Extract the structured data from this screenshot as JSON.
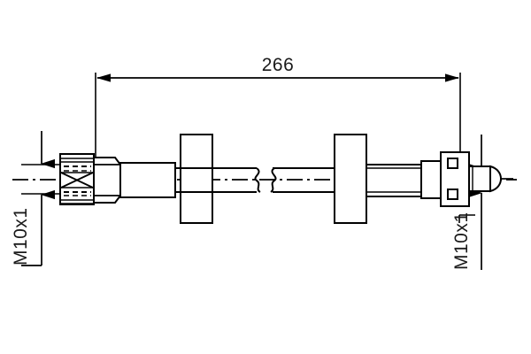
{
  "drawing": {
    "title": "Brake hose technical drawing",
    "background_color": "#ffffff",
    "line_color": "#000000",
    "text_color": "#1a1a1a"
  },
  "dimensions": {
    "overall_length": {
      "value": "266",
      "units_implied": "mm",
      "label_name": "overall-length-dimension"
    }
  },
  "annotations": {
    "left_thread": {
      "text": "M10x1",
      "position": "left",
      "orientation": "vertical"
    },
    "right_thread": {
      "text": "M10x1",
      "position": "right",
      "orientation": "vertical"
    }
  },
  "components": [
    {
      "name": "left-threaded-end",
      "description": "threaded male end with cross hatch"
    },
    {
      "name": "left-hex-nut",
      "description": "hexagonal union nut"
    },
    {
      "name": "left-ferrule",
      "description": "crimped ferrule sleeve"
    },
    {
      "name": "left-bracket",
      "description": "mounting bracket / clip plate"
    },
    {
      "name": "hose-body",
      "description": "flexible hose section"
    },
    {
      "name": "break-symbol",
      "description": "shortened view break symbol"
    },
    {
      "name": "right-bracket",
      "description": "mounting bracket / clip plate"
    },
    {
      "name": "right-ferrule",
      "description": "crimped ferrule sleeve"
    },
    {
      "name": "right-banjo-block",
      "description": "end block with two square ports"
    },
    {
      "name": "right-threaded-tip",
      "description": "threaded male tip with cone seat"
    },
    {
      "name": "centerline",
      "description": "dash-dot axis centerline"
    }
  ]
}
